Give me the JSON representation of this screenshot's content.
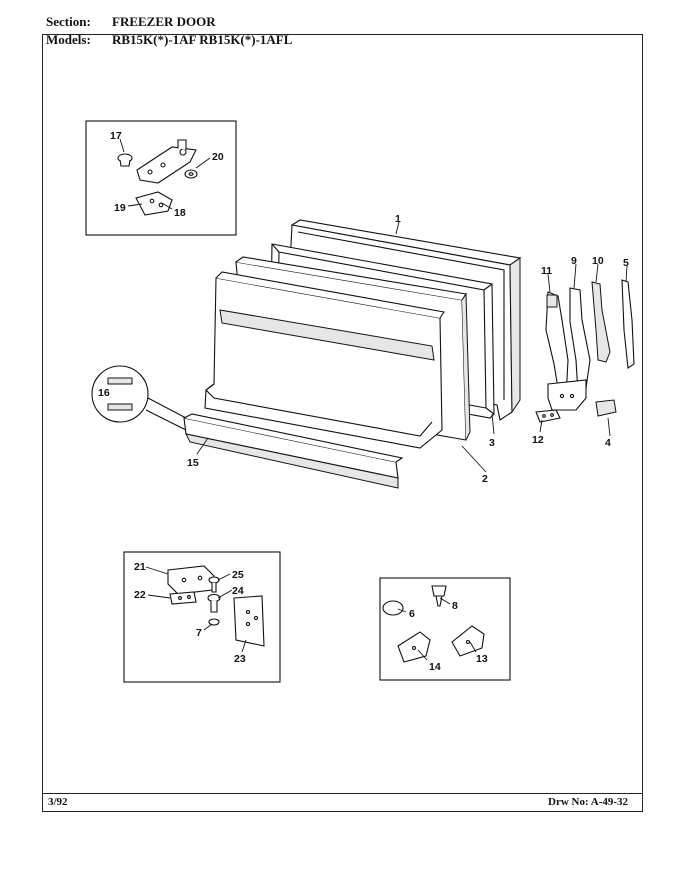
{
  "header": {
    "section_label": "Section:",
    "section_value": "FREEZER DOOR",
    "models_label": "Models:",
    "models_value": "RB15K(*)-1AF  RB15K(*)-1AFL"
  },
  "footer": {
    "date": "3/92",
    "drawing_number": "Drw No: A-49-32"
  },
  "callouts": [
    "1",
    "2",
    "3",
    "4",
    "5",
    "6",
    "7",
    "8",
    "9",
    "10",
    "11",
    "12",
    "13",
    "14",
    "15",
    "16",
    "17",
    "18",
    "19",
    "20",
    "21",
    "22",
    "23",
    "24",
    "25"
  ]
}
